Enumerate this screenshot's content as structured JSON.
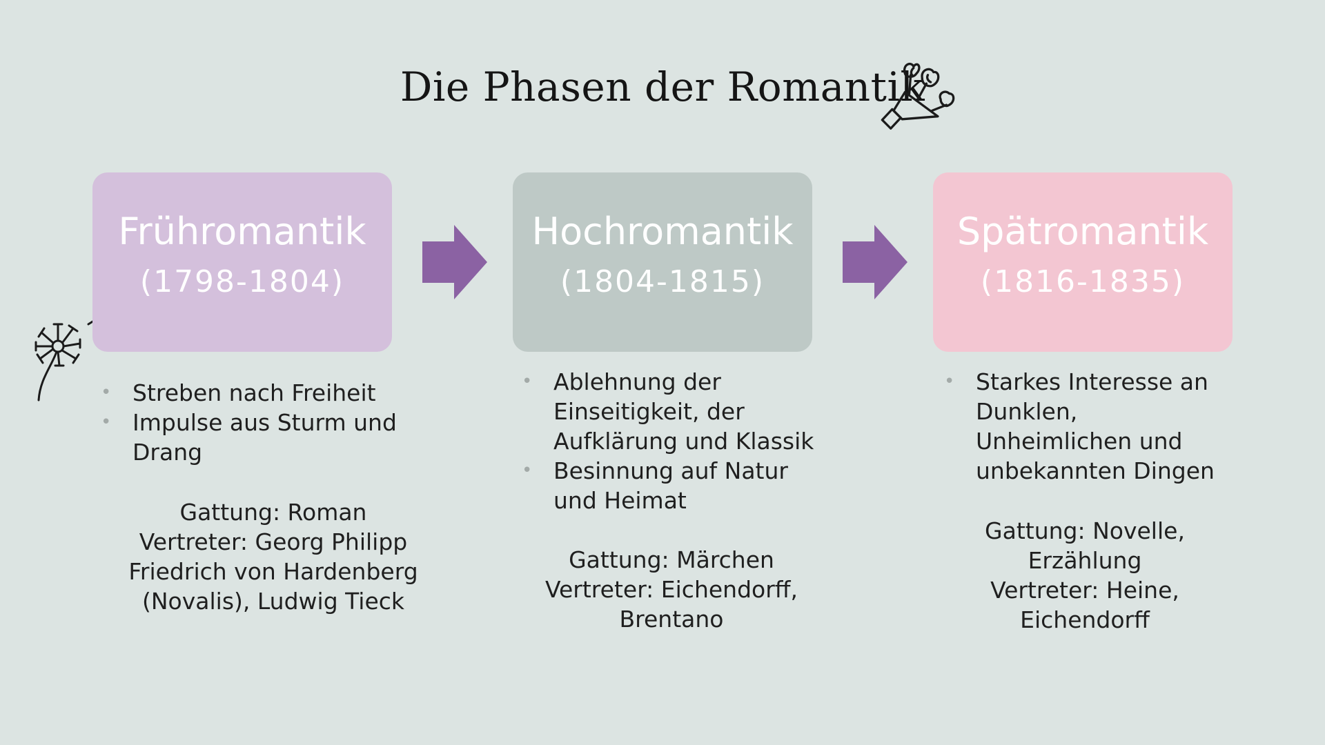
{
  "title": "Die Phasen der Romantik",
  "icons": [
    "bouquet-icon",
    "dandelion-icon",
    "arrow-right-icon"
  ],
  "colors": {
    "background": "#dce4e2",
    "fruehromantik": "#d4c0dc",
    "hochromantik": "#bec9c6",
    "spaetromantik": "#f3c6d2",
    "arrow": "#8b62a3"
  },
  "phases": [
    {
      "name": "Frühromantik",
      "years": "(1798-1804)",
      "bullets": [
        "Streben nach Freiheit",
        "Impulse aus Sturm und Drang"
      ],
      "info": [
        "Gattung: Roman",
        "Vertreter: Georg Philipp",
        "Friedrich von Hardenberg",
        "(Novalis), Ludwig Tieck"
      ]
    },
    {
      "name": "Hochromantik",
      "years": "(1804-1815)",
      "bullets": [
        "Ablehnung der Einseitigkeit, der Aufklärung und Klassik",
        "Besinnung auf Natur und Heimat"
      ],
      "info": [
        "Gattung: Märchen",
        "Vertreter: Eichendorff,",
        "Brentano"
      ]
    },
    {
      "name": "Spätromantik",
      "years": "(1816-1835)",
      "bullets": [
        "Starkes Interesse an Dunklen, Unheimlichen und unbekannten Dingen"
      ],
      "info": [
        "Gattung: Novelle,",
        "Erzählung",
        "Vertreter: Heine,",
        "Eichendorff"
      ]
    }
  ]
}
